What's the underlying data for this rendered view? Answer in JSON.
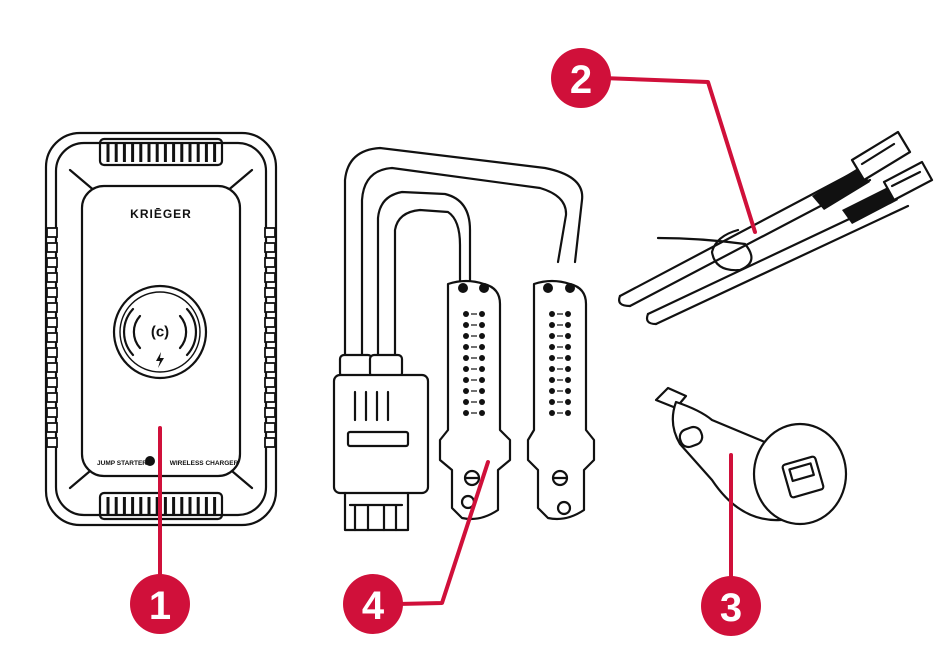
{
  "device": {
    "brand": "KRIĒGER",
    "label_left": "JUMP STARTER",
    "label_right": "WIRELESS CHARGER",
    "wireless_symbol": "((c))"
  },
  "callouts": [
    {
      "number": "1",
      "target": "jump-starter"
    },
    {
      "number": "2",
      "target": "usb-cable"
    },
    {
      "number": "3",
      "target": "car-charger"
    },
    {
      "number": "4",
      "target": "jumper-clamps"
    }
  ],
  "colors": {
    "callout": "#d0103a",
    "outline": "#111111",
    "background": "#ffffff"
  }
}
